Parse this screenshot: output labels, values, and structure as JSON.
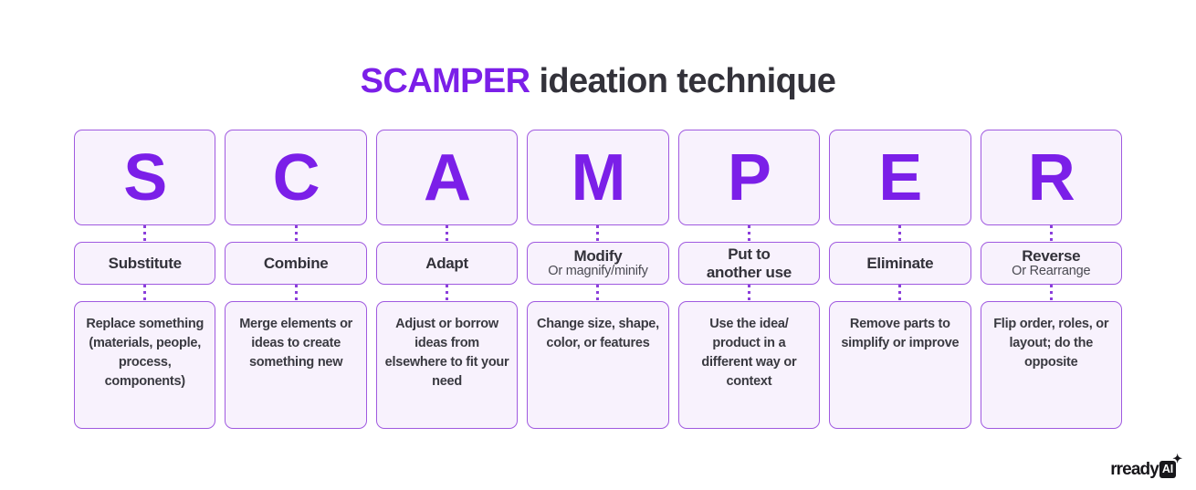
{
  "title": {
    "acronym": "SCAMPER",
    "rest": " ideation technique"
  },
  "colors": {
    "accent_purple": "#7b1fe8",
    "card_border": "#a05ae0",
    "card_fill": "#f8f2fd",
    "text_dark": "#33323a",
    "page_background": "#ffffff"
  },
  "columns": [
    {
      "letter": "S",
      "label": "Substitute",
      "sublabel": "",
      "description": "Replace something (materials, people, process, components)"
    },
    {
      "letter": "C",
      "label": "Combine",
      "sublabel": "",
      "description": "Merge elements or ideas to create something new"
    },
    {
      "letter": "A",
      "label": "Adapt",
      "sublabel": "",
      "description": "Adjust or borrow ideas from elsewhere to fit your need"
    },
    {
      "letter": "M",
      "label": "Modify",
      "sublabel": "Or magnify/minify",
      "description": "Change size, shape, color, or features"
    },
    {
      "letter": "P",
      "label": "Put to\nanother use",
      "sublabel": "",
      "description": "Use the idea/ product in a different way or context"
    },
    {
      "letter": "E",
      "label": "Eliminate",
      "sublabel": "",
      "description": "Remove parts to simplify or improve"
    },
    {
      "letter": "R",
      "label": "Reverse",
      "sublabel": "Or Rearrange",
      "description": "Flip order, roles, or layout; do the opposite"
    }
  ],
  "logo": {
    "word": "rready",
    "badge": "AI",
    "spark": "✦"
  }
}
